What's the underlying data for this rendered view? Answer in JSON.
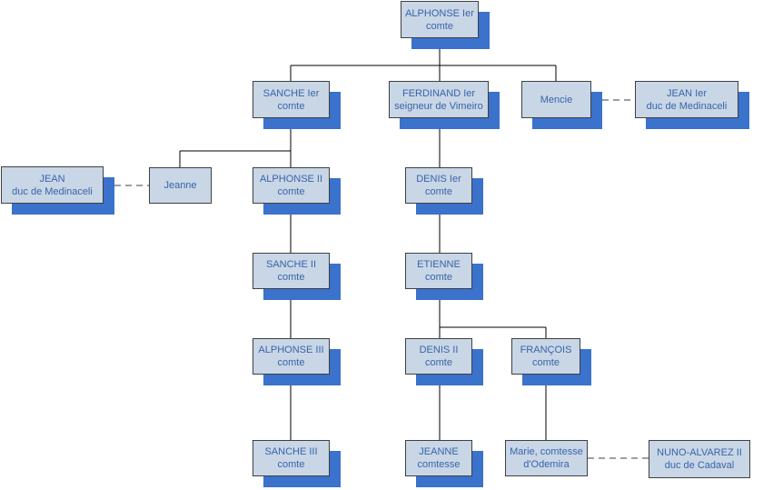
{
  "nodes": {
    "alphonse_1": {
      "line1": "ALPHONSE Ier",
      "line2": "comte"
    },
    "sanche_1": {
      "line1": "SANCHE Ier",
      "line2": "comte"
    },
    "ferdinand_1": {
      "line1": "FERDINAND Ier",
      "line2": "seigneur de Vimeiro"
    },
    "mencie": {
      "line1": "Mencie",
      "line2": ""
    },
    "jean_1": {
      "line1": "JEAN Ier",
      "line2": "duc de Medinaceli"
    },
    "jean_duc": {
      "line1": "JEAN",
      "line2": "duc de Medinaceli"
    },
    "jeanne": {
      "line1": "Jeanne",
      "line2": ""
    },
    "alphonse_2": {
      "line1": "ALPHONSE II",
      "line2": "comte"
    },
    "denis_1": {
      "line1": "DENIS Ier",
      "line2": "comte"
    },
    "sanche_2": {
      "line1": "SANCHE II",
      "line2": "comte"
    },
    "etienne": {
      "line1": "ETIENNE",
      "line2": "comte"
    },
    "alphonse_3": {
      "line1": "ALPHONSE III",
      "line2": "comte"
    },
    "denis_2": {
      "line1": "DENIS II",
      "line2": "comte"
    },
    "francois": {
      "line1": "FRANÇOIS",
      "line2": "comte"
    },
    "sanche_3": {
      "line1": "SANCHE III",
      "line2": "comte"
    },
    "jeanne_comtesse": {
      "line1": "JEANNE",
      "line2": "comtesse"
    },
    "marie": {
      "line1": "Marie, comtesse",
      "line2": "d'Odemira"
    },
    "nuno": {
      "line1": "NUNO-ALVAREZ II",
      "line2": "duc de Cadaval"
    }
  },
  "colors": {
    "node_fill": "#c8d6e6",
    "node_text": "#3a64a8",
    "node_shadow": "#3a72cc",
    "connector": "#000000",
    "marriage_link": "#404040"
  }
}
